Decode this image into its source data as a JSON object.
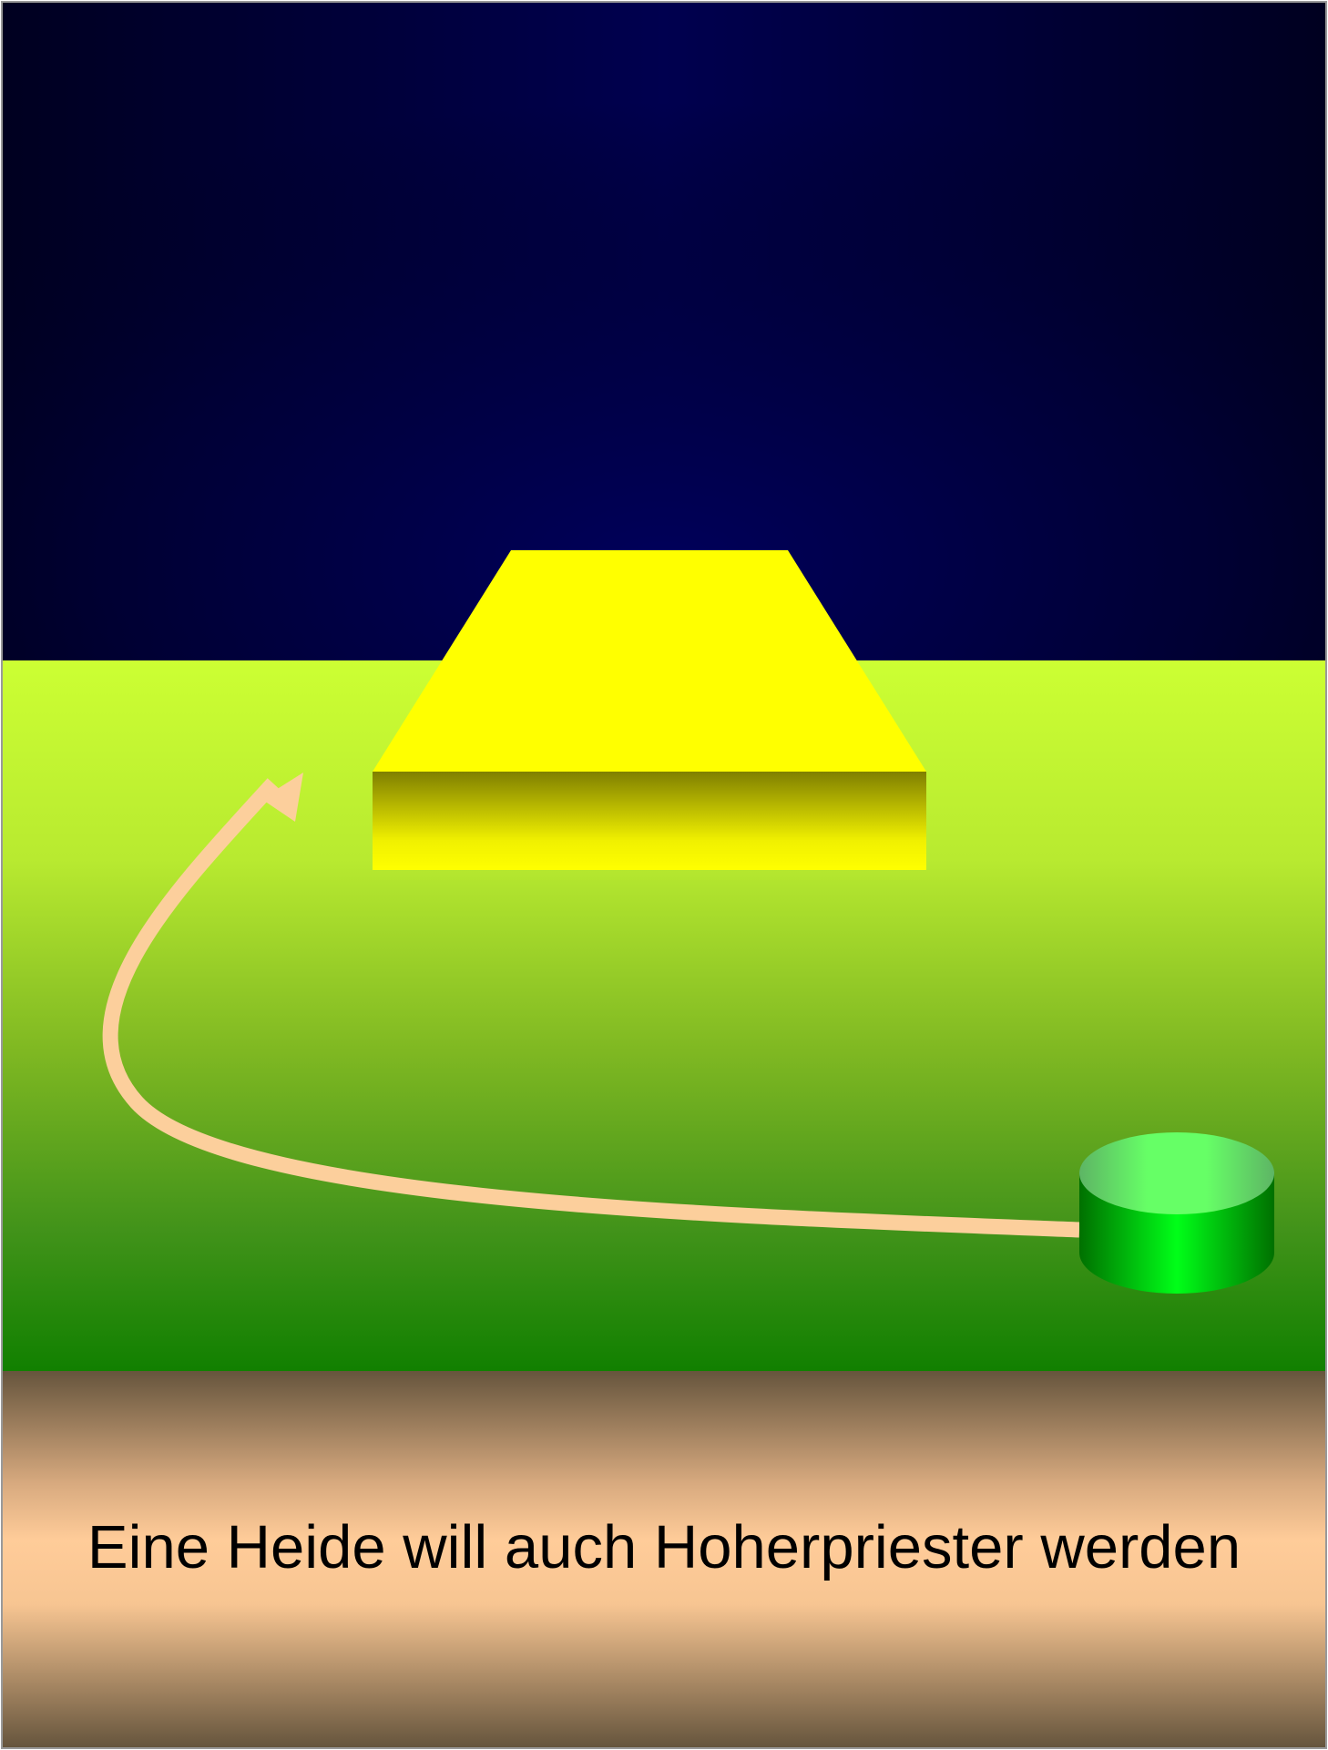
{
  "caption": "Eine Heide will auch Hoherpriester werden",
  "colors": {
    "sky_center": "#00004f",
    "sky_edge": "#000020",
    "field_top": "#ccff33",
    "field_bottom": "#118000",
    "ground_dark": "#66553d",
    "ground_light": "#ffcc99",
    "altar_top": "#ffff00",
    "altar_front_dark": "#7f7f00",
    "arrow": "#fccf9c",
    "cylinder_side_dark": "#007000",
    "cylinder_side_light": "#00ff18",
    "cylinder_top": "#66ff66",
    "border": "#999999"
  },
  "objects": {
    "altar": "altar",
    "cylinder": "cylinder",
    "arrow": "arrow"
  }
}
